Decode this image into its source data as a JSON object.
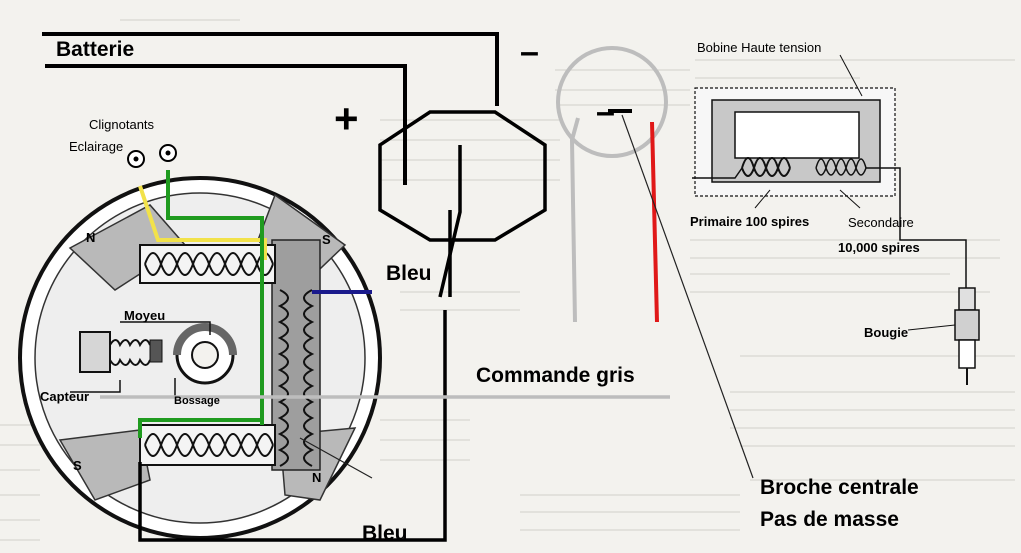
{
  "labels": {
    "batterie": "Batterie",
    "clignotants": "Clignotants",
    "eclairage": "Eclairage",
    "moins_top": "–",
    "plus": "+",
    "moins_circle": "–",
    "bleu_top": "Bleu",
    "bleu_bottom": "Bleu",
    "commande_gris": "Commande gris",
    "broche_centrale": "Broche centrale",
    "pas_de_masse": "Pas de masse",
    "moyeu": "Moyeu",
    "capteur": "Capteur",
    "bossage": "Bossage",
    "pole_n_top": "N",
    "pole_s_top": "S",
    "pole_s_bottom": "S",
    "pole_n_bottom": "N",
    "bobine_ht": "Bobine Haute tension",
    "primaire": "Primaire 100 spires",
    "secondaire": "Secondaire",
    "secondaire_spires": "10,000 spires",
    "bougie": "Bougie"
  },
  "colors": {
    "wire": "#000000",
    "eclairage": "#f2e24a",
    "clignotants": "#1f9b1f",
    "blue": "#1a1a8c",
    "gris": "#bdbdbd",
    "red": "#e01818",
    "background": "#f3f2ee"
  }
}
